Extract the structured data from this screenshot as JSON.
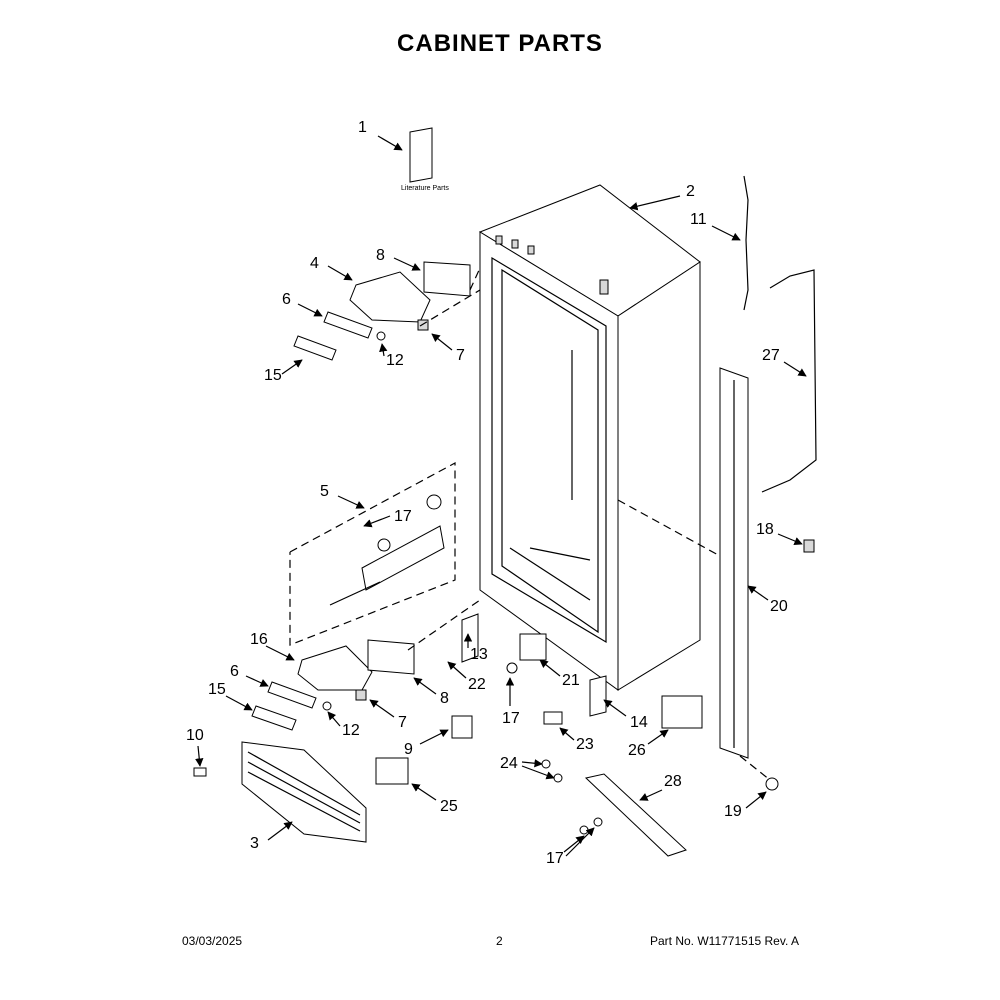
{
  "title": "CABINET PARTS",
  "literature_label": "Literature Parts",
  "callouts": [
    "1",
    "2",
    "3",
    "4",
    "5",
    "6",
    "6",
    "7",
    "7",
    "8",
    "8",
    "9",
    "10",
    "11",
    "12",
    "12",
    "13",
    "14",
    "15",
    "15",
    "16",
    "17",
    "17",
    "17",
    "18",
    "19",
    "20",
    "21",
    "22",
    "23",
    "24",
    "25",
    "26",
    "27",
    "28"
  ],
  "footer": {
    "date": "03/03/2025",
    "page": "2",
    "part_no": "Part No.  W11771515  Rev.  A"
  }
}
